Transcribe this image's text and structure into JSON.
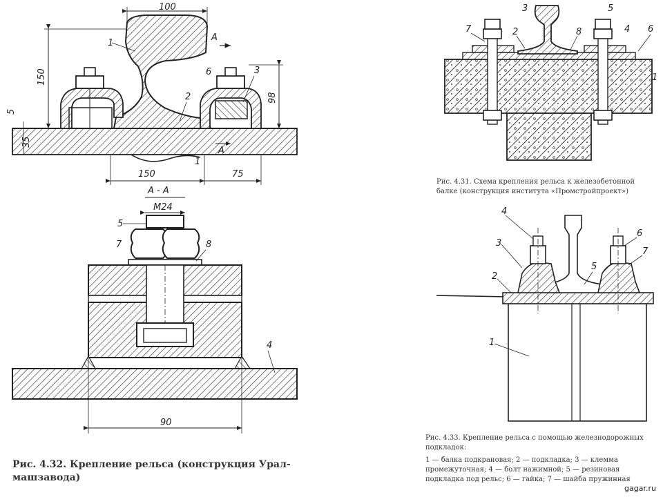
{
  "fig32": {
    "caption": "Рис. 4.32. Крепление рельса (конструкция Урал-машзавода)",
    "dims": {
      "d100": "100",
      "d150v": "150",
      "d98": "98",
      "d150h": "150",
      "d75": "75",
      "dM24": "M24",
      "d90": "90",
      "d5": "5",
      "d35": "35"
    },
    "section_label": "A - A",
    "cut_label": "A",
    "labels": [
      "1",
      "2",
      "3",
      "6",
      "5",
      "7",
      "8",
      "4"
    ]
  },
  "fig31": {
    "caption": "Рис. 4.31. Схема крепления рельса к железобетонной балке (конструкция института «Промстройпроект»)",
    "labels": [
      "3",
      "5",
      "7",
      "2",
      "8",
      "4",
      "6",
      "1"
    ]
  },
  "fig33": {
    "caption": "Рис. 4.33. Крепление рельса с помощью железнодорожных подкладок:",
    "legend": "1 — балка подкрановая; 2 — подкладка; 3 — клемма промежуточная; 4 — болт нажимной; 5 — резиновая подкладка под рельс; 6 — гайка; 7 — шайба пружинная",
    "labels": [
      "4",
      "3",
      "2",
      "1",
      "6",
      "7",
      "5"
    ]
  },
  "watermark": "gagar.ru"
}
